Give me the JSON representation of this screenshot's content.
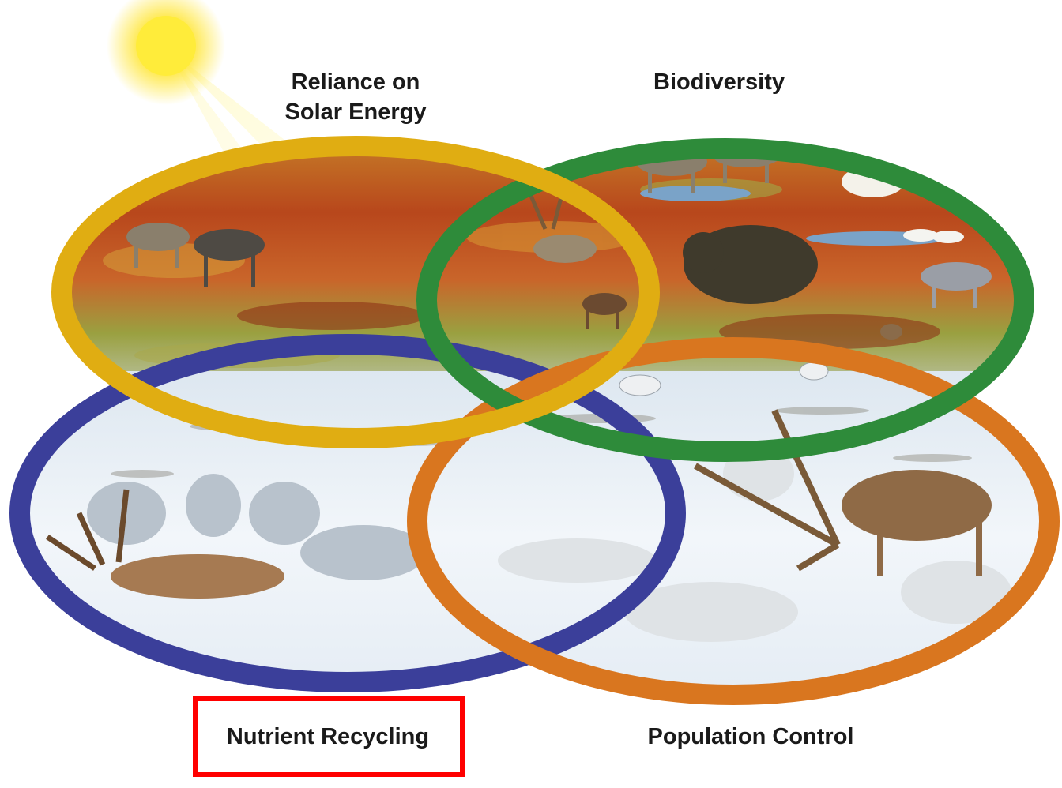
{
  "labels": {
    "solar_line1": "Reliance on",
    "solar_line2": "Solar Energy",
    "biodiversity": "Biodiversity",
    "nutrient_recycling": "Nutrient Recycling",
    "population_control": "Population Control"
  },
  "ring_colors": {
    "solar": "#e0ad12",
    "biodiversity": "#2e8b3a",
    "nutrient": "#3b3f9a",
    "population": "#d9761f"
  },
  "highlight": {
    "target": "Nutrient Recycling",
    "color": "#ff0000"
  }
}
